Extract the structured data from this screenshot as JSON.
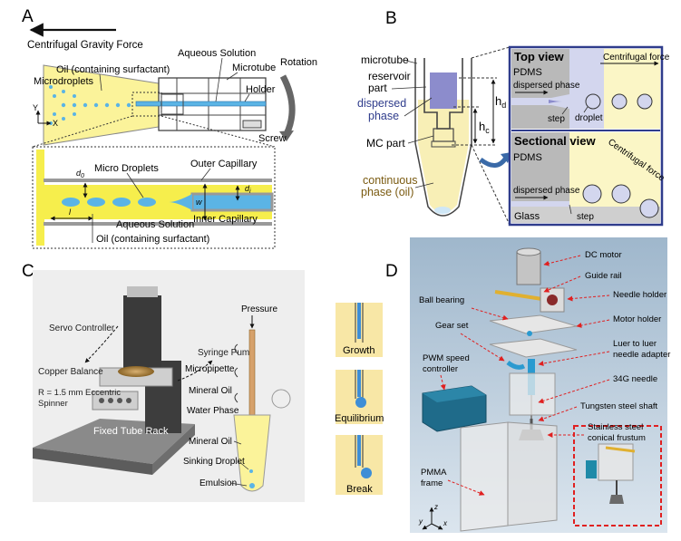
{
  "panels": {
    "A": {
      "letter": "A",
      "force_label": "Centrifugal Gravity Force",
      "oil_label": "Oil (containing surfactant)",
      "microdroplets_label": "Microdroplets",
      "aqueous_label": "Aqueous Solution",
      "microtube_label": "Microtube",
      "holder_label": "Holder",
      "rotation_label": "Rotation",
      "screw_label": "Screw",
      "axis_y": "Y",
      "axis_x": "X",
      "detail": {
        "outer_capillary": "Outer Capillary",
        "micro_droplets": "Micro Droplets",
        "inner_capillary": "Inner Capillary",
        "aqueous_solution": "Aqueous Solution",
        "oil": "Oil (containing surfactant)",
        "d0": "d",
        "d0_sub": "0",
        "di": "d",
        "di_sub": "i",
        "w": "w",
        "l": "l"
      }
    },
    "B": {
      "letter": "B",
      "microtube": "microtube",
      "reservoir_1": "reservoir",
      "reservoir_2": "part",
      "dispersed_1": "dispersed",
      "dispersed_2": "phase",
      "mc_part": "MC part",
      "continuous_1": "continuous",
      "continuous_2": "phase (oil)",
      "hd": "h",
      "hd_sub": "d",
      "hc": "h",
      "hc_sub": "c",
      "top_view": "Top view",
      "centrifugal_force": "Centrifugal force",
      "pdms": "PDMS",
      "dispersed_phase": "dispersed phase",
      "step": "step",
      "droplet": "droplet",
      "sectional_view": "Sectional view",
      "centrifugal_force_rot": "Centrifugal force",
      "pdms2": "PDMS",
      "dispersed_phase2": "dispersed phase",
      "glass": "Glass",
      "step2": "step"
    },
    "C": {
      "letter": "C",
      "servo": "Servo Controller",
      "syringe": "Syringe Pump",
      "copper": "Copper Balance",
      "spinner_1": "R = 1.5 mm Eccentric",
      "spinner_2": "Spinner",
      "rack": "Fixed Tube Rack",
      "pressure": "Pressure",
      "micropipette": "Micropipette",
      "mineral_oil": "Mineral Oil",
      "water_phase": "Water Phase",
      "mineral_oil_2": "Mineral Oil",
      "sinking": "Sinking Droplet",
      "emulsion": "Emulsion",
      "growth": "Growth",
      "equilibrium": "Equilibrium",
      "break": "Break"
    },
    "D": {
      "letter": "D",
      "dc_motor": "DC motor",
      "guide_rail": "Guide rail",
      "needle_holder": "Needle holder",
      "ball_bearing": "Ball bearing",
      "motor_holder": "Motor holder",
      "gear_set": "Gear set",
      "luer_1": "Luer to luer",
      "luer_2": "needle adapter",
      "pwm_1": "PWM speed",
      "pwm_2": "controller",
      "needle_34g": "34G needle",
      "tungsten": "Tungsten steel shaft",
      "stainless_1": "Stainless steel",
      "stainless_2": "conical frustum",
      "pmma_1": "PMMA",
      "pmma_2": "frame",
      "axis_z": "z",
      "axis_y": "y",
      "axis_x": "x"
    }
  },
  "colors": {
    "oil": "#fbf39a",
    "droplet": "#5bb4e5",
    "dispersed": "#8c8ccc",
    "channel_bg": "#d3d6ee",
    "red": "#e02020",
    "panel_d_bg": "#a9c0d4",
    "navy": "#2f3c8c"
  }
}
